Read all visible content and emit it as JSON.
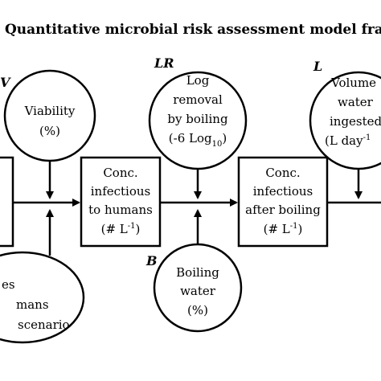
{
  "title": "Quantitative microbial risk assessment model framework",
  "variables": {
    "v": "V",
    "lr": "LR",
    "l": "L",
    "b": "B"
  },
  "nodes": {
    "viability": {
      "line1": "Viability",
      "line2": "(%)"
    },
    "conc_infectious_humans": {
      "line1": "Conc.",
      "line2": "infectious",
      "line3": "to humans",
      "line4": "(# L",
      "sup": "-1",
      "tail": ")"
    },
    "log_removal": {
      "line1": "Log",
      "line2": "removal",
      "line3": "by boiling",
      "line4": "(-6 Log",
      "sub": "10",
      "tail": ")"
    },
    "conc_after_boiling": {
      "line1": "Conc.",
      "line2": "infectious",
      "line3": "after boiling",
      "line4": "(# L",
      "sup": "-1",
      "tail": ")"
    },
    "volume_water": {
      "line1": "Volume",
      "line2": "water",
      "line3": "ingested",
      "line4": "(L day",
      "sup": "-1"
    },
    "boiling_water": {
      "line1": "Boiling",
      "line2": "water",
      "line3": "(%)"
    },
    "scenario_partial": {
      "line1": "es",
      "line2": "mans",
      "line3": "scenario"
    }
  }
}
